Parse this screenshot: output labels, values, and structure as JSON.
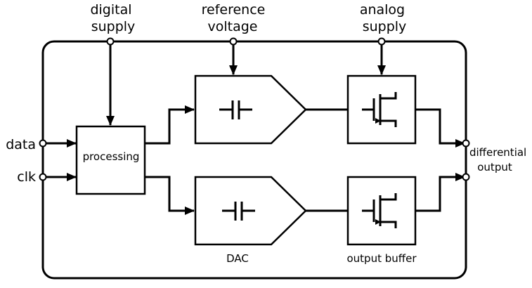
{
  "inputs": {
    "digital_supply": [
      "digital",
      "supply"
    ],
    "reference_voltage": [
      "reference",
      "voltage"
    ],
    "analog_supply": [
      "analog",
      "supply"
    ],
    "data": "data",
    "clk": "clk"
  },
  "blocks": {
    "processing": "processing",
    "dac": "DAC",
    "output_buffer": "output buffer"
  },
  "outputs": {
    "differential_output": [
      "differential",
      "output"
    ]
  }
}
